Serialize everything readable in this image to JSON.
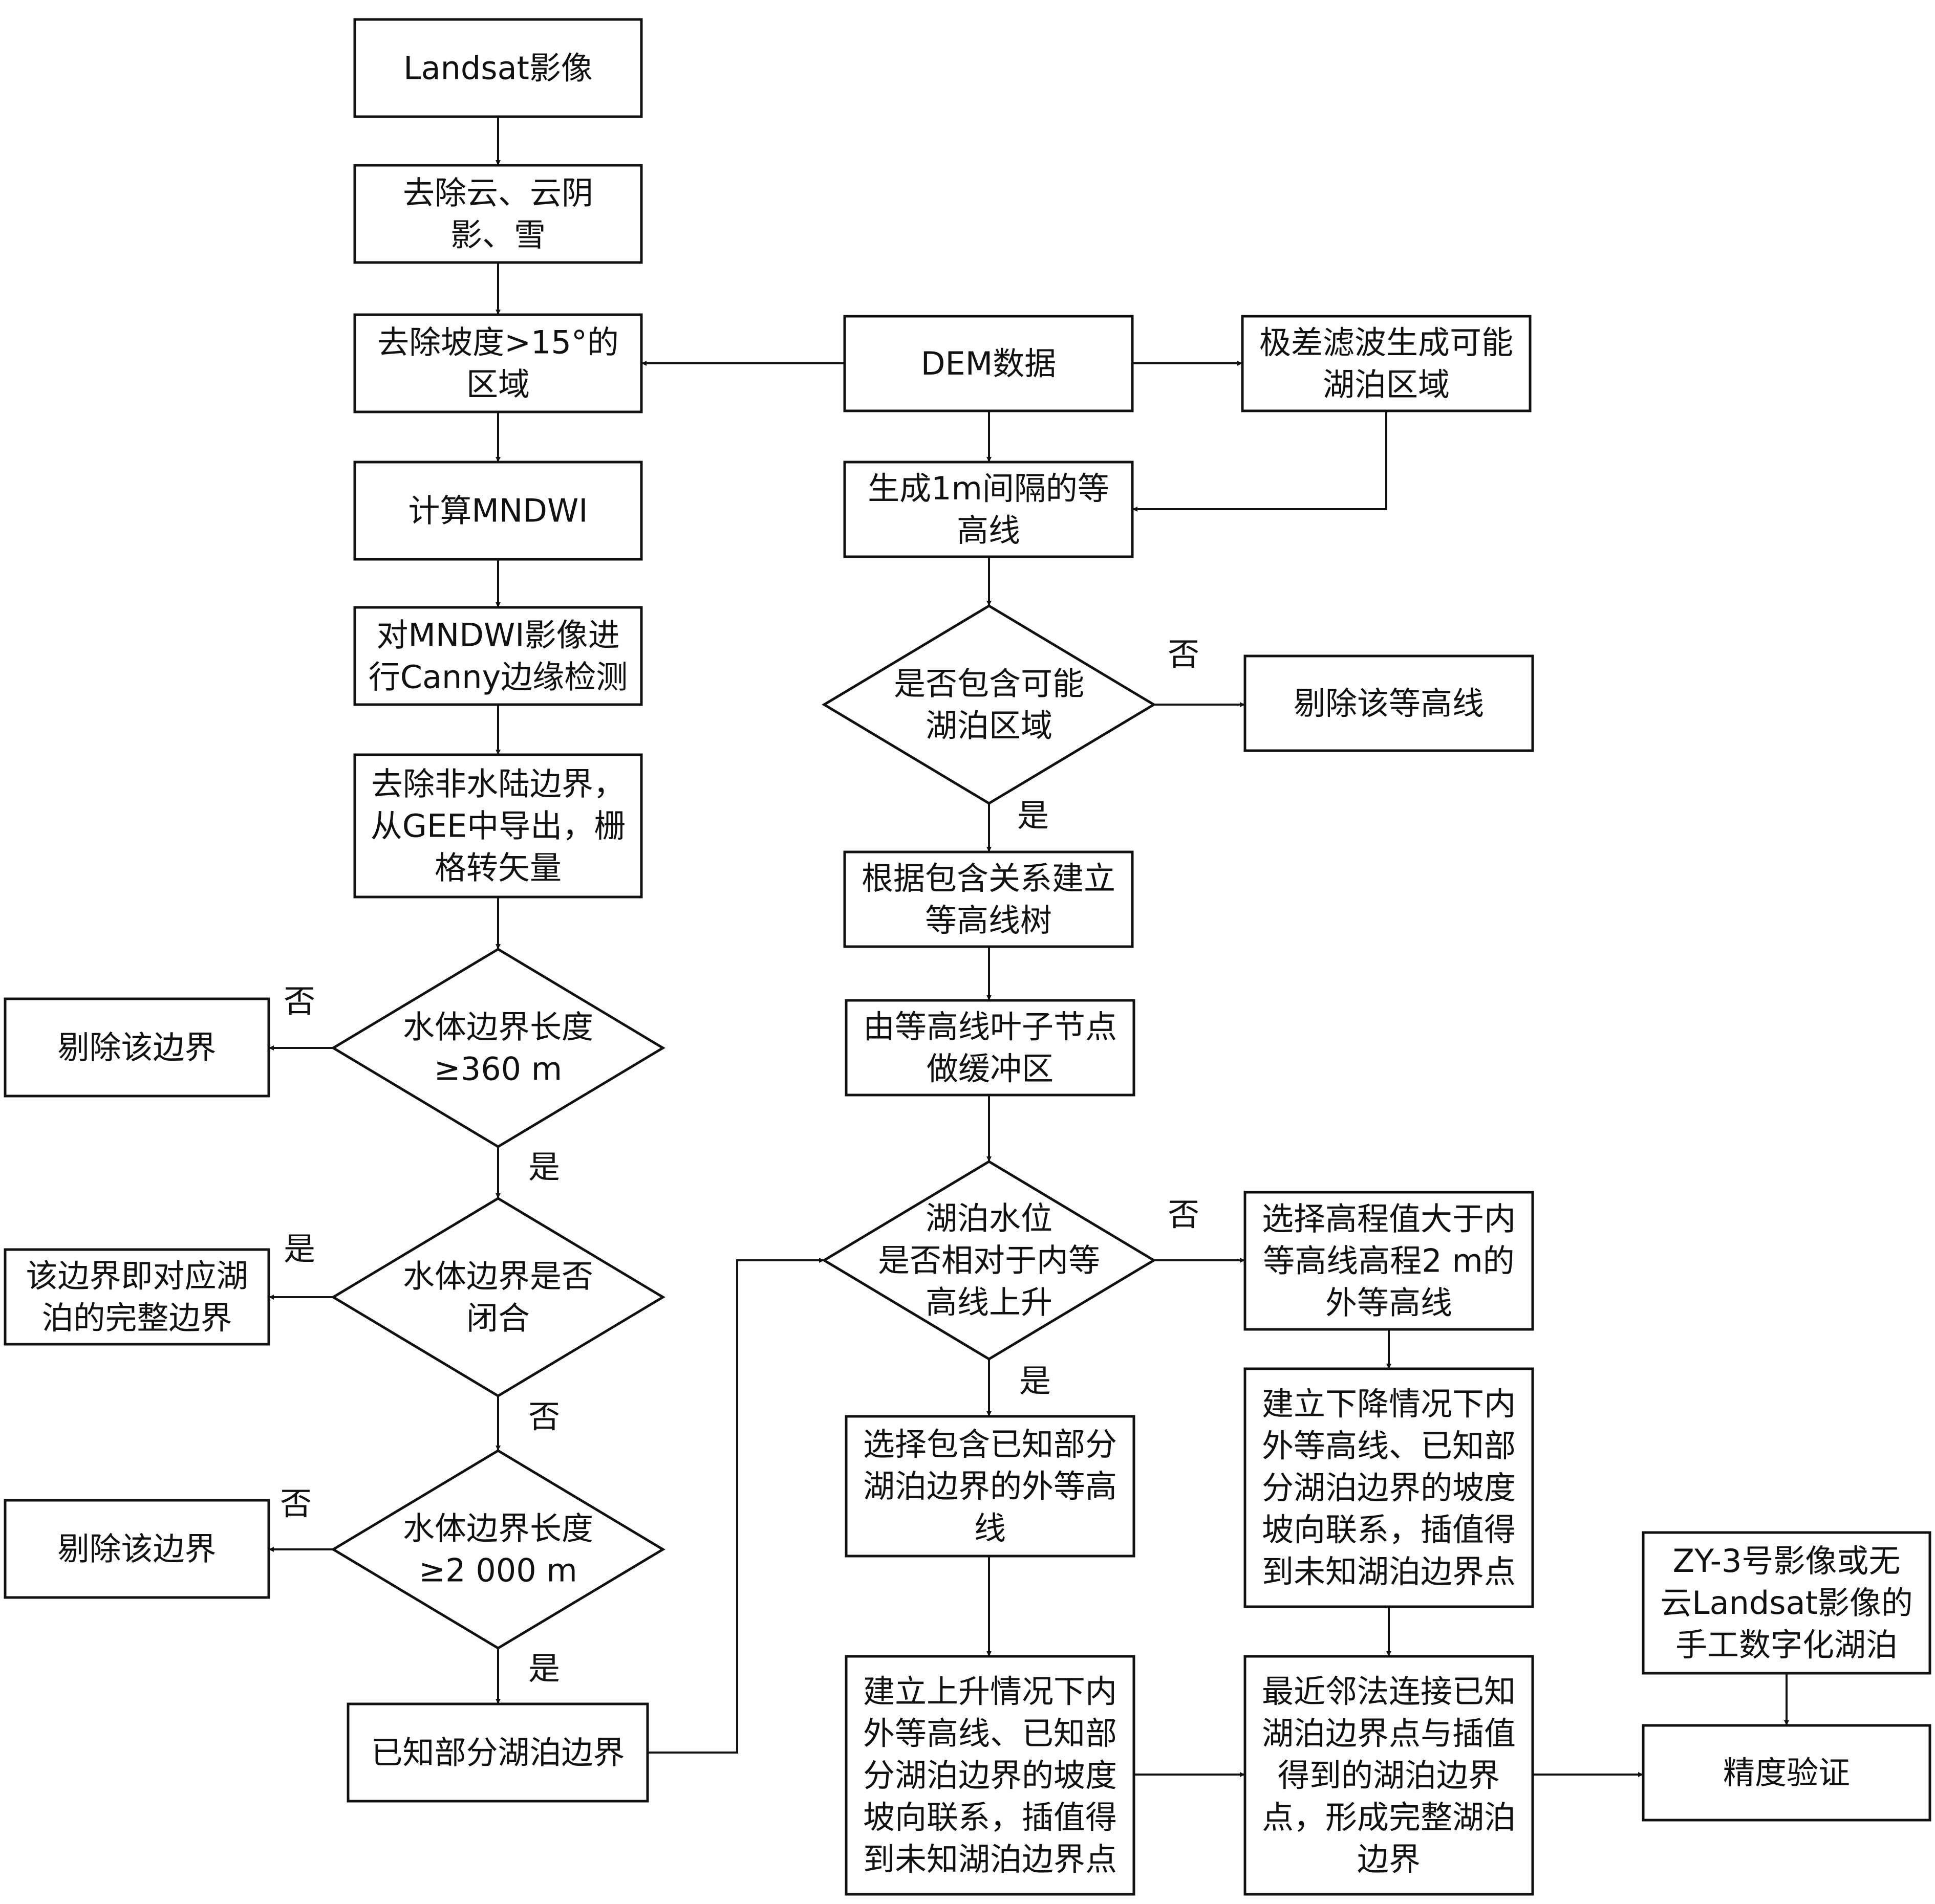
{
  "nodes": {
    "landsat": [
      "Landsat影像"
    ],
    "remove_cloud": [
      "去除云、云阴",
      "影、雪"
    ],
    "remove_slope": [
      "去除坡度>15°的",
      "区域"
    ],
    "calc_mndwi": [
      "计算MNDWI"
    ],
    "canny": [
      "对MNDWI影像进",
      "行Canny边缘检测"
    ],
    "remove_nonwater": [
      "去除非水陆边界，",
      "从GEE中导出，栅",
      "格转矢量"
    ],
    "len360": [
      "水体边界长度",
      "≥360 m"
    ],
    "remove_edge_1": [
      "剔除该边界"
    ],
    "closed": [
      "水体边界是否",
      "闭合"
    ],
    "complete_edge": [
      "该边界即对应湖",
      "泊的完整边界"
    ],
    "len2000": [
      "水体边界长度",
      "≥2 000 m"
    ],
    "remove_edge_2": [
      "剔除该边界"
    ],
    "known_partial": [
      "已知部分湖泊边界"
    ],
    "dem": [
      "DEM数据"
    ],
    "range_filter": [
      "极差滤波生成可能",
      "湖泊区域"
    ],
    "contour_1m": [
      "生成1m间隔的等",
      "高线"
    ],
    "contains_lake": [
      "是否包含可能",
      "湖泊区域"
    ],
    "remove_contour": [
      "剔除该等高线"
    ],
    "contour_tree": [
      "根据包含关系建立",
      "等高线树"
    ],
    "leaf_buffer": [
      "由等高线叶子节点",
      "做缓冲区"
    ],
    "water_rise": [
      "湖泊水位",
      "是否相对于内等",
      "高线上升"
    ],
    "select_outer_2m": [
      "选择高程值大于内",
      "等高线高程2 m的",
      "外等高线"
    ],
    "select_outer_known": [
      "选择包含已知部分",
      "湖泊边界的外等高",
      "线"
    ],
    "decline_relation": [
      "建立下降情况下内",
      "外等高线、已知部",
      "分湖泊边界的坡度",
      "坡向联系，插值得",
      "到未知湖泊边界点"
    ],
    "rise_relation": [
      "建立上升情况下内",
      "外等高线、已知部",
      "分湖泊边界的坡度",
      "坡向联系，插值得",
      "到未知湖泊边界点"
    ],
    "nearest_neighbor": [
      "最近邻法连接已知",
      "湖泊边界点与插值",
      "得到的湖泊边界",
      "点，形成完整湖泊",
      "边界"
    ],
    "zy3": [
      "ZY-3号影像或无",
      "云Landsat影像的",
      "手工数字化湖泊"
    ],
    "accuracy": [
      "精度验证"
    ]
  },
  "labels": {
    "yes": "是",
    "no": "否"
  }
}
